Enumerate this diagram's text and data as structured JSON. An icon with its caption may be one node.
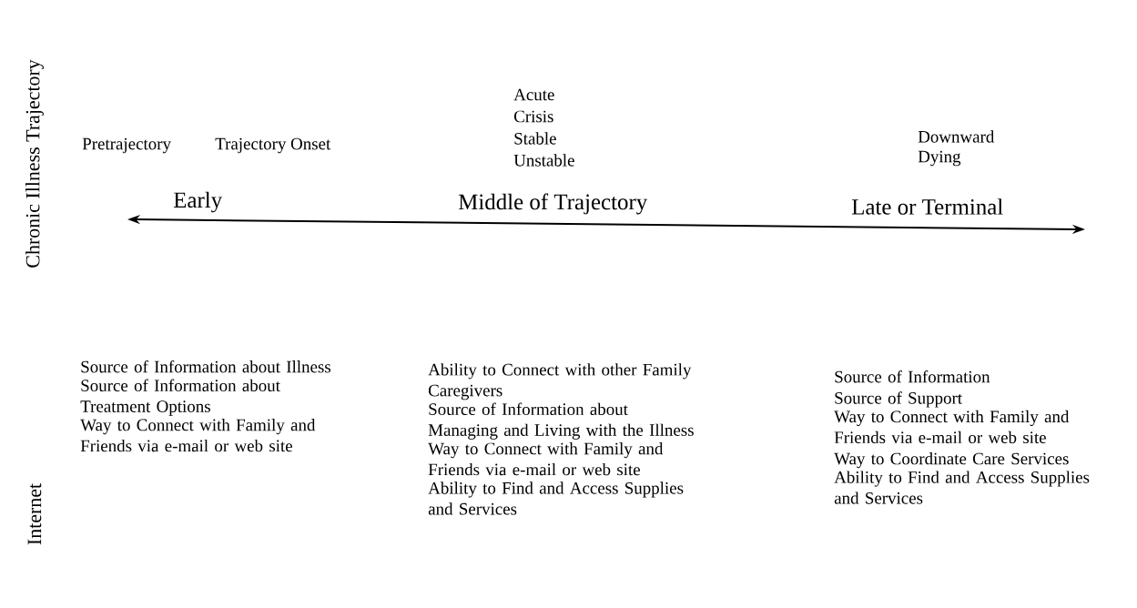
{
  "diagram": {
    "labels": [
      "Chronic Illness Trajectory",
      "Acute",
      "Crisis",
      "Stable",
      "Unstable",
      "Pretrajectory",
      "Trajectory Onset",
      "Downward",
      "Dying",
      "Early",
      "Middle of Trajectory",
      "Late or Terminal",
      "Internet",
      "Source of Information about Illness",
      "Source of Information about Treatment Options",
      "Way to Connect with Family and Friends via e-mail or web site",
      "Ability to Connect with other Family Caregivers",
      "Source of Information about Managing and Living with the Illness",
      "Way to Connect with Family and Friends via e-mail or web site",
      "Ability to Find and Access Supplies and Services",
      "Source of Information",
      "Source of Support",
      "Way to Connect with Family and Friends via e-mail or web site",
      "Way to Coordinate Care Services",
      "Ability to Find and Access Supplies and Services"
    ]
  }
}
